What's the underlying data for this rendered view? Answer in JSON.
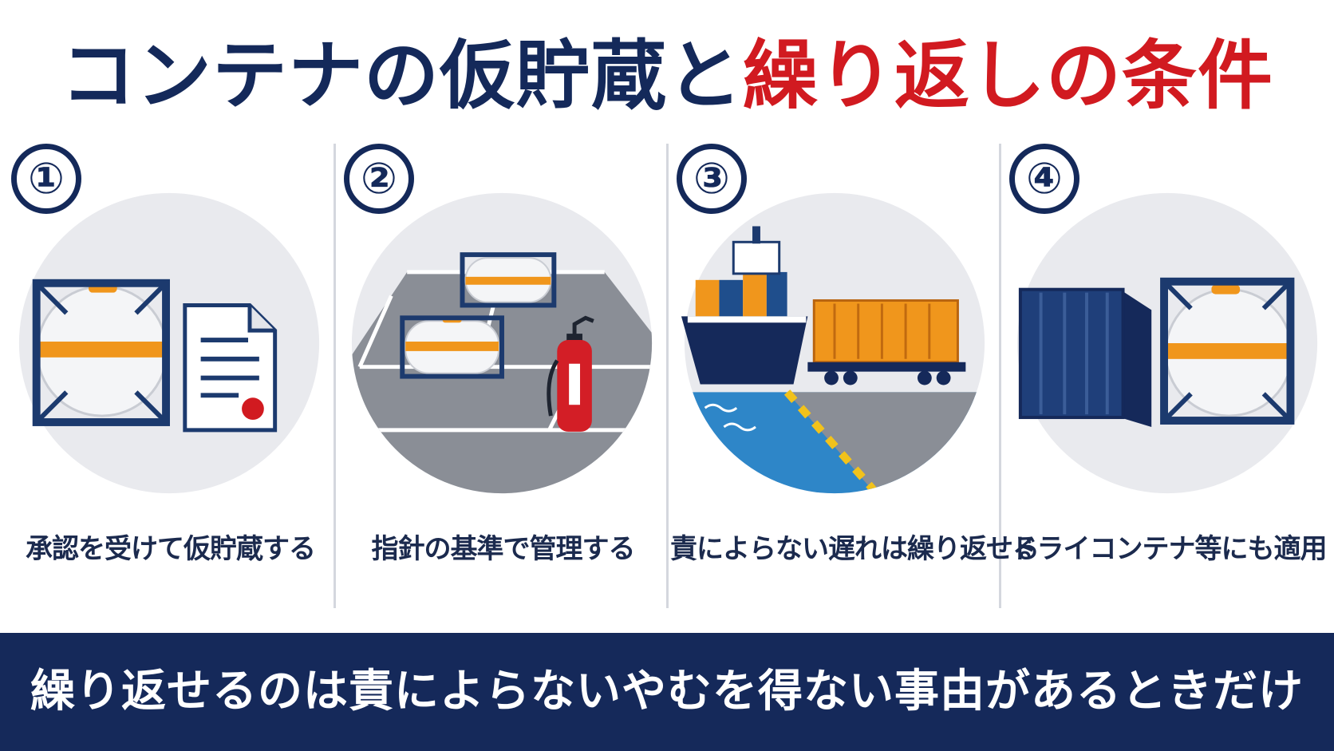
{
  "title": {
    "part_navy": "コンテナの仮貯蔵と",
    "part_red": "繰り返しの条件"
  },
  "panels": [
    {
      "number": "①",
      "caption": "承認を受けて仮貯蔵する",
      "icons": [
        "tank-container-icon",
        "document-icon"
      ]
    },
    {
      "number": "②",
      "caption": "指針の基準で管理する",
      "icons": [
        "storage-area-icon",
        "fire-extinguisher-icon"
      ]
    },
    {
      "number": "③",
      "caption": "責によらない遅れは繰り返せる",
      "icons": [
        "container-ship-icon",
        "freight-train-icon",
        "pier-icon"
      ]
    },
    {
      "number": "④",
      "caption": "ドライコンテナ等にも適用",
      "icons": [
        "dry-container-icon",
        "tank-container-icon"
      ]
    }
  ],
  "banner": {
    "text": "繰り返せるのは責によらないやむを得ない事由があるときだけ"
  },
  "colors": {
    "navy": "#14295a",
    "red": "#d11a20",
    "orange": "#f0961c",
    "circle_bg": "#e9eaee",
    "banner_bg": "#15295a"
  }
}
